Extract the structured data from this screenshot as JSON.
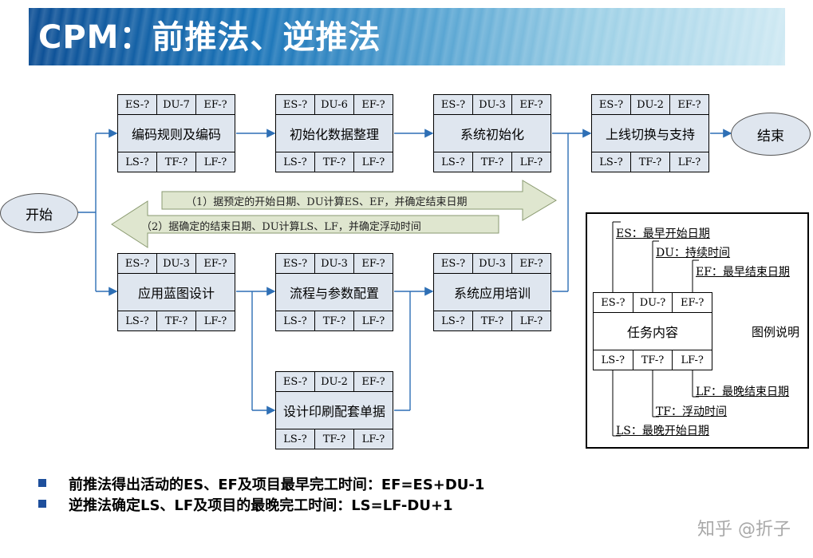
{
  "title": "CPM：前推法、逆推法",
  "start": "开始",
  "end": "结束",
  "tasks": {
    "t1": {
      "name": "编码规则及编码",
      "es": "ES-?",
      "du": "DU-7",
      "ef": "EF-?",
      "ls": "LS-?",
      "tf": "TF-?",
      "lf": "LF-?"
    },
    "t2": {
      "name": "初始化数据整理",
      "es": "ES-?",
      "du": "DU-6",
      "ef": "EF-?",
      "ls": "LS-?",
      "tf": "TF-?",
      "lf": "LF-?"
    },
    "t3": {
      "name": "系统初始化",
      "es": "ES-?",
      "du": "DU-3",
      "ef": "EF-?",
      "ls": "LS-?",
      "tf": "TF-?",
      "lf": "LF-?"
    },
    "t4": {
      "name": "上线切换与支持",
      "es": "ES-?",
      "du": "DU-2",
      "ef": "EF-?",
      "ls": "LS-?",
      "tf": "TF-?",
      "lf": "LF-?"
    },
    "t5": {
      "name": "应用蓝图设计",
      "es": "ES-?",
      "du": "DU-3",
      "ef": "EF-?",
      "ls": "LS-?",
      "tf": "TF-?",
      "lf": "LF-?"
    },
    "t6": {
      "name": "流程与参数配置",
      "es": "ES-?",
      "du": "DU-3",
      "ef": "EF-?",
      "ls": "LS-?",
      "tf": "TF-?",
      "lf": "LF-?"
    },
    "t7": {
      "name": "系统应用培训",
      "es": "ES-?",
      "du": "DU-3",
      "ef": "EF-?",
      "ls": "LS-?",
      "tf": "TF-?",
      "lf": "LF-?"
    },
    "t8": {
      "name": "设计印刷配套单据",
      "es": "ES-?",
      "du": "DU-2",
      "ef": "EF-?",
      "ls": "LS-?",
      "tf": "TF-?",
      "lf": "LF-?"
    },
    "legend": {
      "name": "任务内容",
      "es": "ES-?",
      "du": "DU-?",
      "ef": "EF-?",
      "ls": "LS-?",
      "tf": "TF-?",
      "lf": "LF-?"
    }
  },
  "forward_note": "（1）据预定的开始日期、DU计算ES、EF，并确定结束日期",
  "backward_note": "（2）据确定的结束日期、DU计算LS、LF，并确定浮动时间",
  "legend": {
    "caption": "图例说明",
    "es": "ES：最早开始日期",
    "du": "DU：持续时间",
    "ef": "EF：最早结束日期",
    "lf": "LF：最晚结束日期",
    "tf": "TF：浮动时间",
    "ls": "LS：最晚开始日期"
  },
  "bullets": [
    "前推法得出活动的ES、EF及项目最早完工时间：EF=ES+DU-1",
    "逆推法确定LS、LF及项目的最晚完工时间：LS=LF-DU+1"
  ],
  "watermark": "知乎 @折子"
}
